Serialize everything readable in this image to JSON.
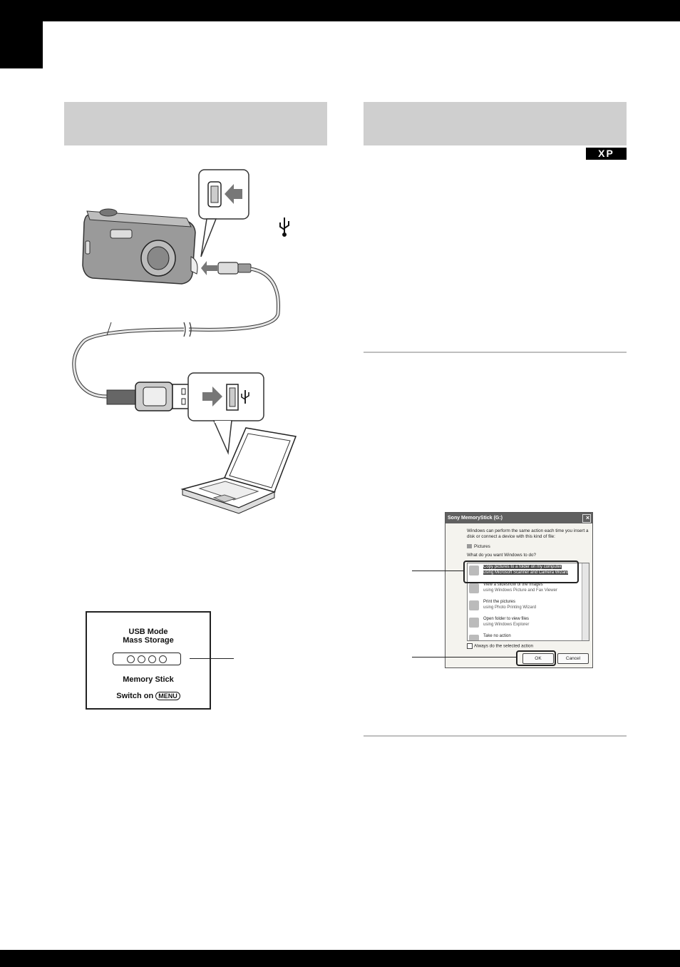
{
  "badge": {
    "os": "XP"
  },
  "lcd": {
    "line1": "USB Mode",
    "line2": "Mass Storage",
    "line3": "Memory Stick",
    "line4_prefix": "Switch on",
    "line4_key": "MENU"
  },
  "dialog": {
    "title": "Sony MemoryStick (G:)",
    "intro": "Windows can perform the same action each time you insert a disk or connect a device with this kind of file:",
    "file_type": "Pictures",
    "question": "What do you want Windows to do?",
    "actions": [
      {
        "title": "Copy pictures to a folder on my computer",
        "subtitle": "using Microsoft Scanner and Camera Wizard"
      },
      {
        "title": "View a slideshow of the images",
        "subtitle": "using Windows Picture and Fax Viewer"
      },
      {
        "title": "Print the pictures",
        "subtitle": "using Photo Printing Wizard"
      },
      {
        "title": "Open folder to view files",
        "subtitle": "using Windows Explorer"
      },
      {
        "title": "Take no action",
        "subtitle": ""
      }
    ],
    "always_label": "Always do the selected action",
    "ok_label": "OK",
    "cancel_label": "Cancel"
  }
}
